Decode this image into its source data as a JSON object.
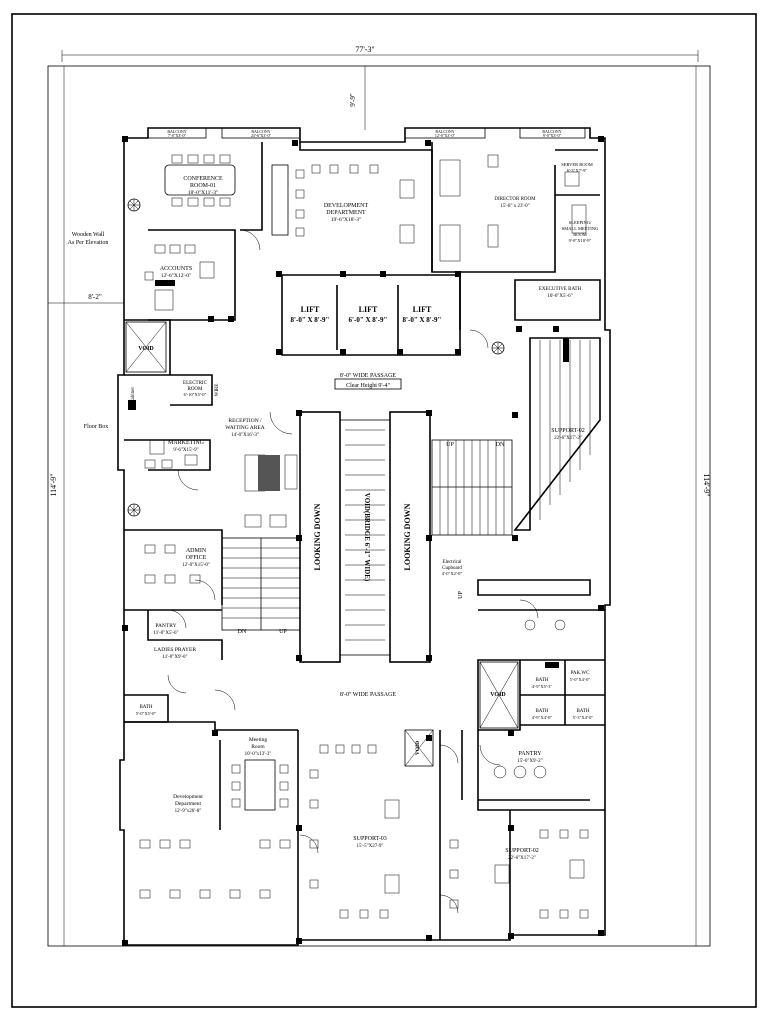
{
  "dimensions": {
    "overall_width": "77'-3\"",
    "overall_length_left": "114'-9\"",
    "overall_length_right": "114'-9\"",
    "top_setback": "9'-9\"",
    "left_setback": "8'-2\""
  },
  "notes": {
    "wooden_wall_line1": "Wooden Wall",
    "wooden_wall_line2": "As Per Elevation",
    "floor_box": "Floor Box",
    "cabinet": "Cabinet",
    "clear_height": "Clear Height 9'-4\""
  },
  "balconies": {
    "b1_title": "BALCONY",
    "b1_size": "7'-0\"X3'-0\"",
    "b2_title": "BALCONY",
    "b2_size": "23'-6\"X3'-0\"",
    "b3_title": "BALCONY",
    "b3_size": "12'-0\"X3'-0\"",
    "b4_title": "BALCONY",
    "b4_size": "9'-0\"X3'-0\""
  },
  "rooms": {
    "conference": {
      "name1": "CONFERENCE",
      "name2": "ROOM-01",
      "size": "18'-0\"X11'-3\""
    },
    "development_top": {
      "name1": "DEVELOPMENT",
      "name2": "DEPARTMENT",
      "size": "19'-6\"X18'-3\""
    },
    "director": {
      "name": "DIRECTOR ROOM",
      "size": "15'-8\" x 23'-0\""
    },
    "server": {
      "name": "SERVER ROOM",
      "size": "6'-3\"X7'-9\""
    },
    "sleeping": {
      "name1": "SLEEPING/",
      "name2": "SMALL MEETING",
      "name3": "ROOM",
      "size": "9'-0\"X10'-9\""
    },
    "accounts": {
      "name": "ACCOUNTS",
      "size": "12'-6\"X12'-0\""
    },
    "executive_bath": {
      "name": "EXECUTIVE BATH",
      "size": "10'-0\"X5'-6\""
    },
    "lift1": {
      "name": "LIFT",
      "size": "8'-0\" X 8'-9\""
    },
    "lift2": {
      "name": "LIFT",
      "size": "6'-0\" X 8'-9\""
    },
    "lift3": {
      "name": "LIFT",
      "size": "8'-0\" X 8'-9\""
    },
    "void_top": {
      "name": "VOID"
    },
    "electric": {
      "name1": "ELECTRIC",
      "name2": "ROOM",
      "size": "6'-10\"X5'-0\""
    },
    "wire": {
      "name": "WIRE"
    },
    "reception": {
      "name1": "RECEPTION /",
      "name2": "WAITING AREA",
      "size": "14'-0\"X16'-3\""
    },
    "marketing": {
      "name": "MARKETING",
      "size": "9'-6\"X15'-9\""
    },
    "support02_top": {
      "name": "SUPPORT-02",
      "size": "22'-6\"X17'-2\""
    },
    "admin": {
      "name1": "ADMIN",
      "name2": "OFFICE",
      "size": "12'-0\"X15'-0\""
    },
    "electrical_cupboard": {
      "name1": "Electrical",
      "name2": "Cupboard",
      "size": "4'-0\"X2'-0\""
    },
    "pantry_left": {
      "name": "PANTRY",
      "size": "11'-0\"X5'-6\""
    },
    "ladies_prayer": {
      "name": "LADIES PRAYER",
      "size": "11'-0\"X9'-0\""
    },
    "bath_left": {
      "name": "BATH",
      "size": "5'-0\"X5'-0\""
    },
    "void_mid": {
      "name": "VOID"
    },
    "bath_r1": {
      "name": "BATH",
      "size": "4'-9\"X5'-3\""
    },
    "bath_r2": {
      "name": "BATH",
      "size": "4'-9\"X4'-0\""
    },
    "pak_wc": {
      "name": "PAK.WC",
      "size": "5'-0\"X4'-0\""
    },
    "bath_r3": {
      "name": "BATH",
      "size": "5'-3\"X4'-0\""
    },
    "meeting": {
      "name1": "Meeting",
      "name2": "Room",
      "size": "10'-0\"x13'-3\""
    },
    "void_bottom": {
      "name": "VOID"
    },
    "pantry_right": {
      "name": "PANTRY",
      "size": "15'-6\"X9'-2\""
    },
    "development_bottom": {
      "name1": "Development",
      "name2": "Department",
      "size": "12'-9\"x26'-8\""
    },
    "support03": {
      "name": "SUPPORT-03",
      "size": "15'-5\"X27-9\""
    },
    "support02_bottom": {
      "name": "SUPPORT-02",
      "size": "22'-6\"X17'-2\""
    }
  },
  "circulation": {
    "passage_top": "8'-0\"  WIDE PASSAGE",
    "passage_bottom": "8'-0\"  WIDE PASSAGE",
    "looking_down_left": "LOOKING DOWN",
    "looking_down_right": "LOOKING DOWN",
    "void_bridge": "VOID(BRIDGE 6'-1\" WIDE)",
    "up_top": "UP",
    "dn_top": "DN",
    "dn_left": "DN",
    "up_left": "UP",
    "up_right_mid": "UP"
  }
}
